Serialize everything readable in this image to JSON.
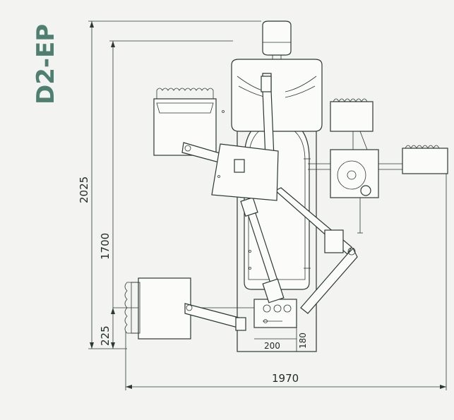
{
  "model": {
    "name": "D2-EP",
    "color": "#4e7f70"
  },
  "dimensions": {
    "overall_height": "2025",
    "backrest_height": "1700",
    "seat_height": "225",
    "overall_width": "1970",
    "base_width": "200",
    "base_depth": "180"
  },
  "colors": {
    "line": "#2a3a30",
    "background": "#f3f3f2"
  }
}
